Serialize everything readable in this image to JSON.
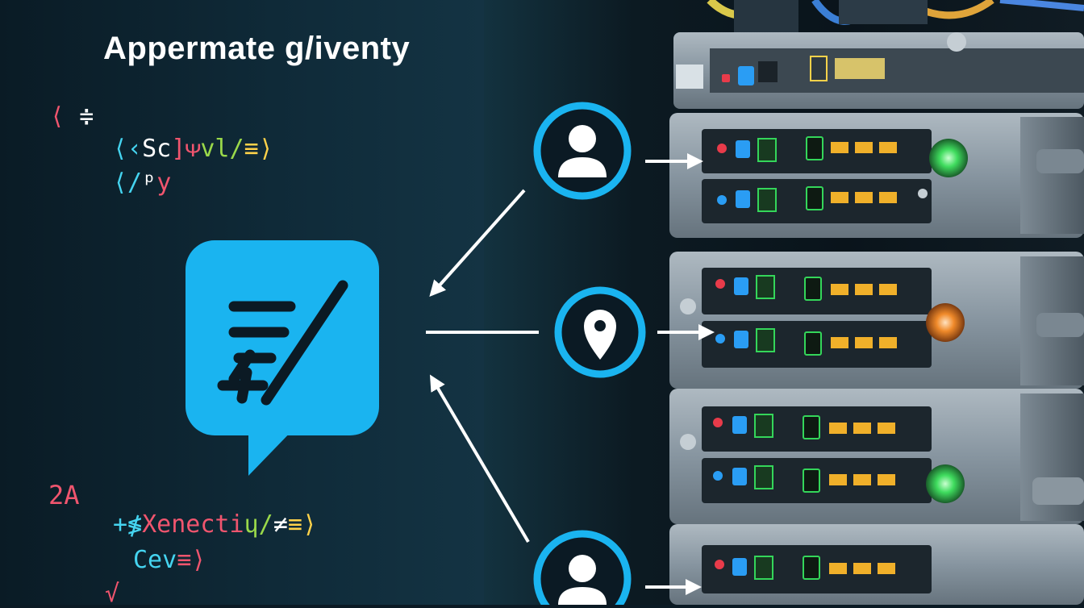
{
  "headline": "Appermate g/iventy",
  "code_lines": [
    {
      "id": "code-line-1",
      "segments": [
        {
          "text": "⟨ ",
          "color": "#f0556e"
        },
        {
          "text": "≑",
          "color": "#ffffff"
        }
      ]
    },
    {
      "id": "code-line-2",
      "segments": [
        {
          "text": "⟨‹",
          "color": "#45d4f0"
        },
        {
          "text": "Sc",
          "color": "#ffffff"
        },
        {
          "text": "]ᴪ",
          "color": "#f0556e"
        },
        {
          "text": "vl/",
          "color": "#9ad94a"
        },
        {
          "text": "≡",
          "color": "#ffd24a"
        },
        {
          "text": "⟩",
          "color": "#ffd24a"
        }
      ]
    },
    {
      "id": "code-line-3",
      "segments": [
        {
          "text": "⟨/",
          "color": "#45d4f0"
        },
        {
          "text": "ᵖ",
          "color": "#ffffff"
        },
        {
          "text": "y",
          "color": "#f0556e"
        }
      ]
    },
    {
      "id": "code-line-4",
      "segments": [
        {
          "text": "2A",
          "color": "#f0556e"
        }
      ]
    },
    {
      "id": "code-line-5",
      "segments": [
        {
          "text": "+≸",
          "color": "#45d4f0"
        },
        {
          "text": "Xenecti",
          "color": "#f0556e"
        },
        {
          "text": "ɥ/",
          "color": "#9ad94a"
        },
        {
          "text": "≠",
          "color": "#ffffff"
        },
        {
          "text": "≡⟩",
          "color": "#ffd24a"
        }
      ]
    },
    {
      "id": "code-line-6",
      "segments": [
        {
          "text": "Cev",
          "color": "#45d4f0"
        },
        {
          "text": "≡⟩",
          "color": "#f0556e"
        }
      ]
    },
    {
      "id": "code-line-7",
      "segments": [
        {
          "text": "√",
          "color": "#f0556e"
        }
      ]
    }
  ],
  "icons": {
    "chat": "chat-bubble-icon",
    "user_top": "user-icon",
    "location": "location-pin-icon",
    "user_bottom": "user-icon"
  },
  "colors": {
    "accent_blue": "#1ab4f0",
    "led_green": "#34d65a",
    "led_blue": "#2a9df4",
    "led_red": "#e83b4a",
    "led_orange": "#f08a2a"
  }
}
